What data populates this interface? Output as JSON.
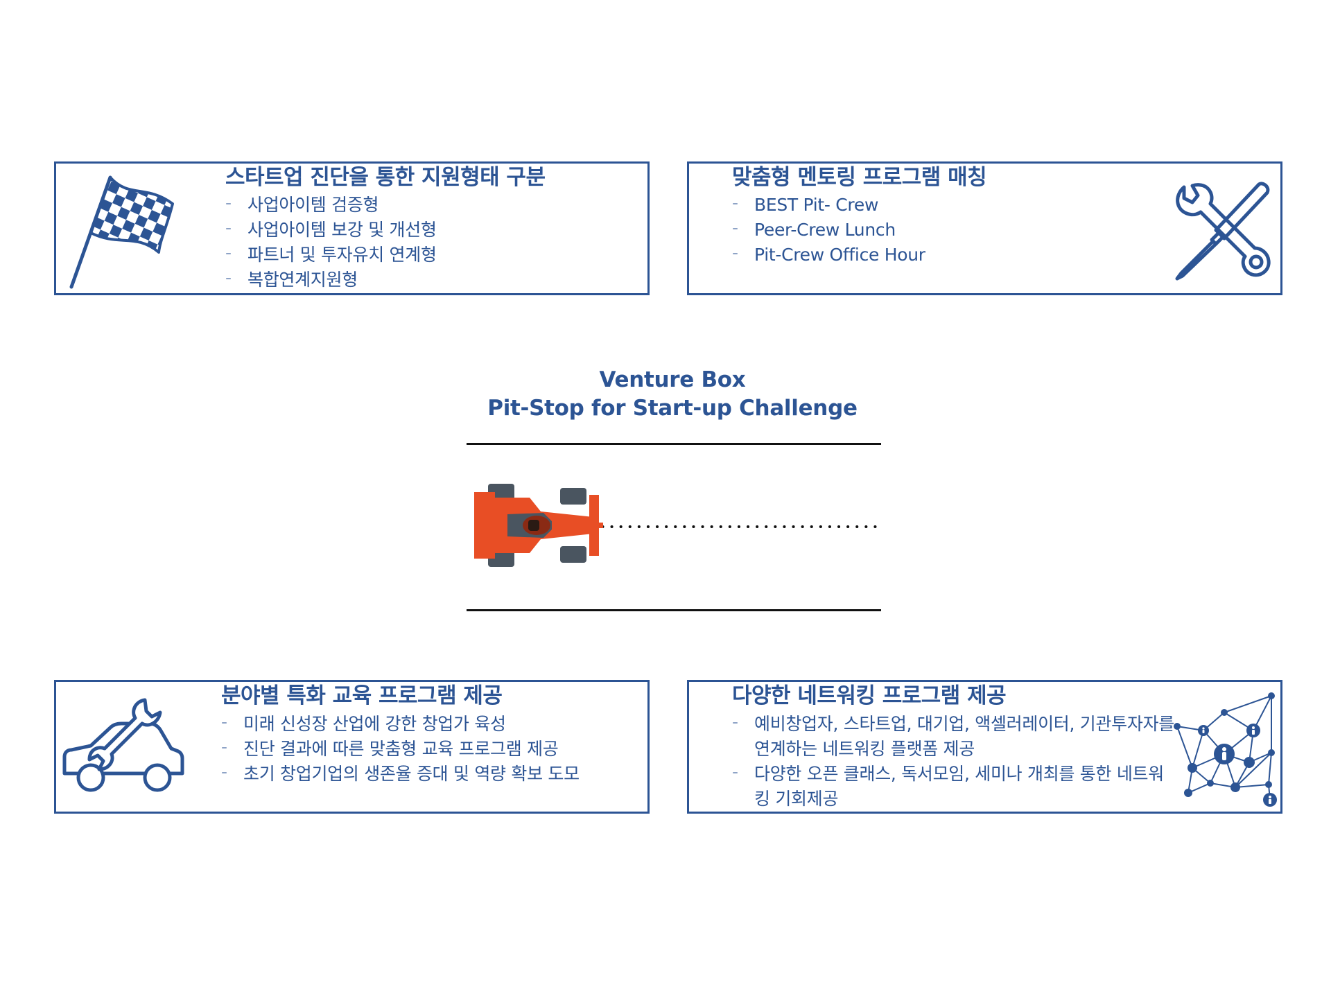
{
  "center": {
    "title_line1": "Venture Box",
    "title_line2": "Pit-Stop for Start-up Challenge"
  },
  "boxes": {
    "top_left": {
      "title": "스타트업 진단을 통한 지원형태 구분",
      "icon": "checkered-flag-icon",
      "items": [
        "사업아이템 검증형",
        "사업아이템 보강 및 개선형",
        "파트너 및 투자유치 연계형",
        "복합연계지원형"
      ]
    },
    "top_right": {
      "title": "맞춤형 멘토링 프로그램 매칭",
      "icon": "wrench-screwdriver-icon",
      "items": [
        "BEST Pit- Crew",
        "Peer-Crew Lunch",
        "Pit-Crew Office Hour"
      ]
    },
    "bottom_left": {
      "title": "분야별 특화 교육 프로그램 제공",
      "icon": "car-repair-icon",
      "items": [
        "미래 신성장 산업에 강한 창업가 육성",
        "진단 결과에 따른 맞춤형 교육 프로그램 제공",
        "초기 창업기업의 생존율 증대 및 역량 확보 도모"
      ]
    },
    "bottom_right": {
      "title": "다양한 네트워킹 프로그램 제공",
      "icon": "people-network-icon",
      "items": [
        "예비창업자, 스타트업, 대기업, 액셀러레이터, 기관투자자를 연계하는 네트워킹 플랫폼 제공",
        "다양한 오픈 클래스, 독서모임, 세미나 개최를 통한 네트워킹 기회제공"
      ]
    }
  },
  "colors": {
    "primary": "#2c5494",
    "car_body": "#e84e25",
    "car_tire": "#4a5560",
    "track": "#111111"
  },
  "dash": "-"
}
